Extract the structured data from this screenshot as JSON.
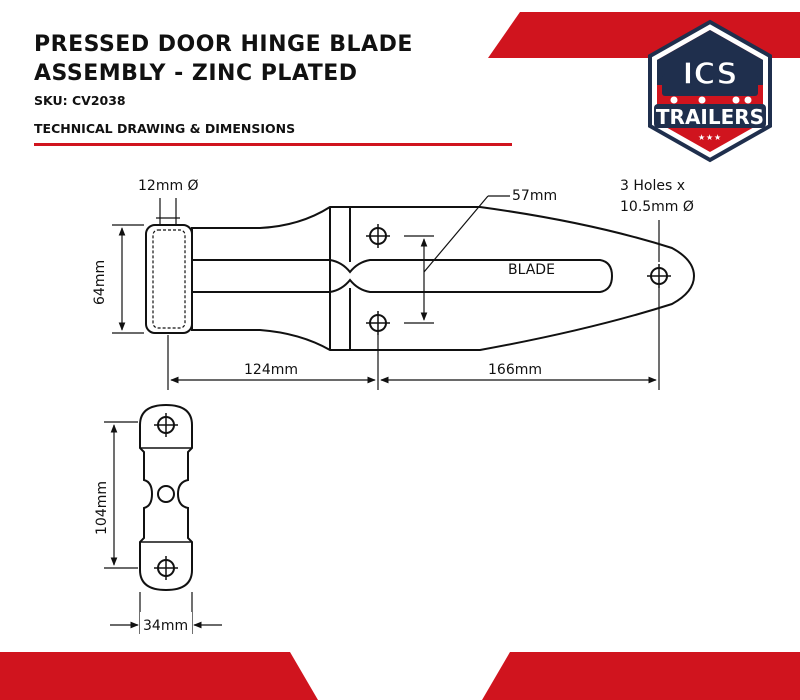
{
  "header": {
    "title_line1": "PRESSED DOOR HINGE BLADE",
    "title_line2": "ASSEMBLY - ZINC PLATED",
    "sku": "SKU: CV2038",
    "subtitle": "TECHNICAL DRAWING & DIMENSIONS"
  },
  "logo": {
    "line1": "ICS",
    "line2": "TRAILERS"
  },
  "colors": {
    "accent_red": "#d0141e",
    "logo_navy": "#1f2f4d"
  },
  "dimensions": {
    "pin_diameter": "12mm Ø",
    "hinge_height": "64mm",
    "knuckle_length": "124mm",
    "blade_length": "166mm",
    "hole_spacing": "57mm",
    "holes_line1": "3 Holes x",
    "holes_line2": "10.5mm Ø",
    "blade_label": "BLADE",
    "plate_height": "104mm",
    "plate_width": "34mm"
  }
}
